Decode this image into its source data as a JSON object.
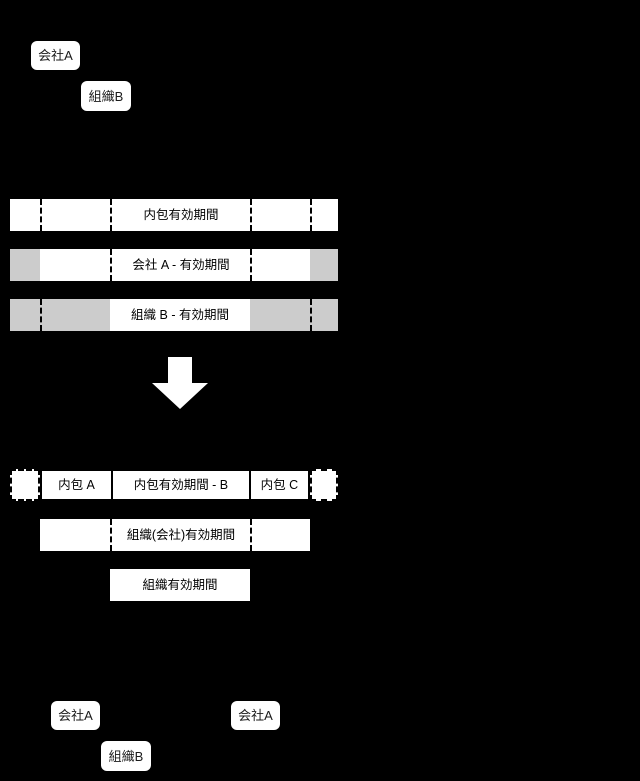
{
  "colors": {
    "background": "#000000",
    "bar_fill": "#ffffff",
    "inactive_fill": "#cccccc",
    "stroke": "#000000",
    "label_text": "#1a1a1a"
  },
  "top_nodes": [
    {
      "label": "会社A",
      "name": "node-company-a-top"
    },
    {
      "label": "組織B",
      "name": "node-org-b-top"
    }
  ],
  "upper_section": {
    "rows": [
      {
        "name": "row-inclusion-validity",
        "segments": [
          {
            "text": "",
            "fill": "white",
            "sep": "none"
          },
          {
            "text": "",
            "fill": "white",
            "sep": "dash"
          },
          {
            "text": "内包有効期間",
            "fill": "white",
            "sep": "dash"
          },
          {
            "text": "",
            "fill": "white",
            "sep": "dash"
          },
          {
            "text": "",
            "fill": "white",
            "sep": "dash"
          }
        ]
      },
      {
        "name": "row-company-a-validity",
        "segments": [
          {
            "text": "",
            "fill": "gray",
            "sep": "none"
          },
          {
            "text": "",
            "fill": "white",
            "sep": "none"
          },
          {
            "text": "会社 A - 有効期間",
            "fill": "white",
            "sep": "dash"
          },
          {
            "text": "",
            "fill": "white",
            "sep": "dash"
          },
          {
            "text": "",
            "fill": "gray",
            "sep": "none"
          }
        ]
      },
      {
        "name": "row-org-b-validity",
        "segments": [
          {
            "text": "",
            "fill": "gray",
            "sep": "none"
          },
          {
            "text": "",
            "fill": "gray",
            "sep": "dash"
          },
          {
            "text": "組織 B - 有効期間",
            "fill": "white",
            "sep": "none"
          },
          {
            "text": "",
            "fill": "gray",
            "sep": "none"
          },
          {
            "text": "",
            "fill": "gray",
            "sep": "dash"
          }
        ]
      }
    ]
  },
  "arrow": {
    "name": "down-arrow-icon",
    "direction": "down"
  },
  "lower_section": {
    "composite_row": {
      "name": "row-composite-inclusion",
      "lead_ghost": "",
      "segments": [
        {
          "text": "内包 A",
          "name": "cell-inclusion-a"
        },
        {
          "text": "内包有効期間 - B",
          "name": "cell-inclusion-validity-b"
        },
        {
          "text": "内包 C",
          "name": "cell-inclusion-c"
        }
      ],
      "trail_ghost": ""
    },
    "rows": [
      {
        "name": "row-org-company-validity",
        "segments": [
          {
            "text": "",
            "sep": "none"
          },
          {
            "text": "組織(会社)有効期間",
            "sep": "dash"
          },
          {
            "text": "",
            "sep": "dash"
          }
        ]
      },
      {
        "name": "row-org-validity",
        "segments": [
          {
            "text": "組織有効期間",
            "sep": "none"
          }
        ]
      }
    ]
  },
  "bottom_nodes": [
    {
      "label": "会社A",
      "name": "node-company-a-bottom-left"
    },
    {
      "label": "会社A",
      "name": "node-company-a-bottom-right"
    },
    {
      "label": "組織B",
      "name": "node-org-b-bottom"
    }
  ]
}
